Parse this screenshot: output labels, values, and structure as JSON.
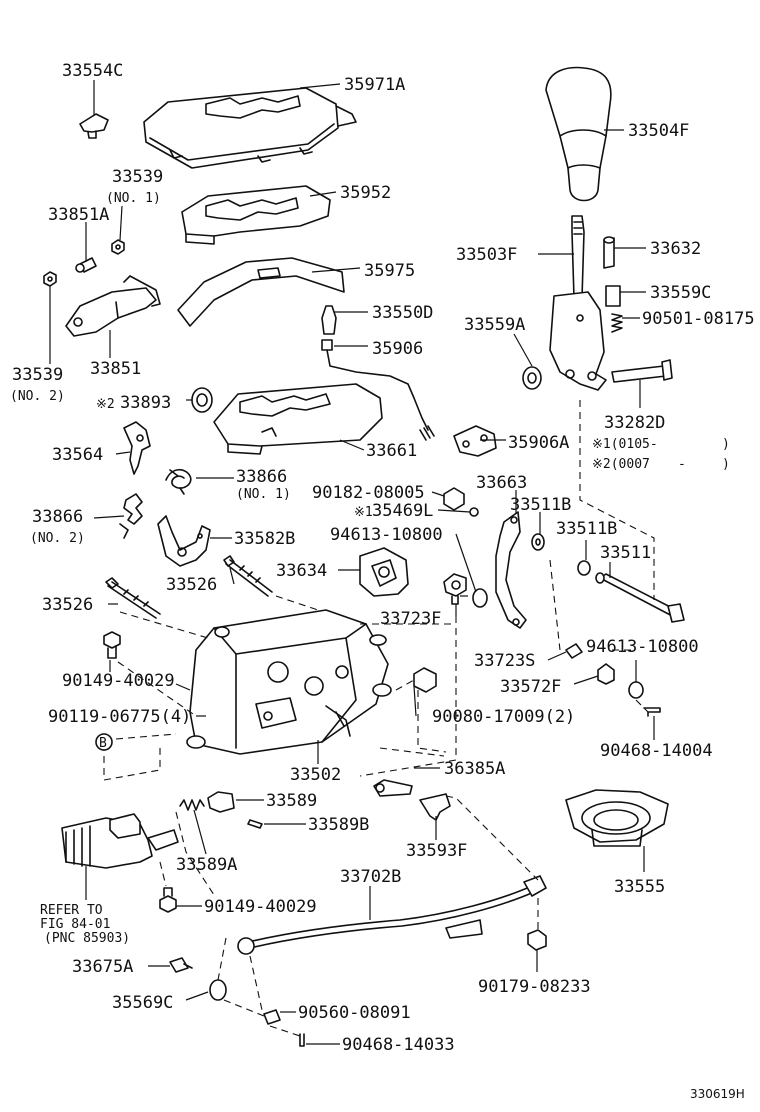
{
  "parts": {
    "p33554C": "33554C",
    "p35971A": "35971A",
    "p33539_1": "33539",
    "p33539_1_sub": "(NO. 1)",
    "p35952": "35952",
    "p33851A": "33851A",
    "p35975": "35975",
    "p33539_2": "33539",
    "p33539_2_sub": "(NO. 2)",
    "p33851": "33851",
    "p33550D": "33550D",
    "p35906": "35906",
    "p33893": "33893",
    "p33893_mark": "※2",
    "p33661": "33661",
    "p33564": "33564",
    "p33866_1": "33866",
    "p33866_1_sub": "(NO. 1)",
    "p33866_2": "33866",
    "p33866_2_sub": "(NO. 2)",
    "p33582B": "33582B",
    "p33526_a": "33526",
    "p33526_b": "33526",
    "p33634": "33634",
    "p90149_40029_a": "90149-40029",
    "p90119_06775": "90119-06775(4)",
    "p_B": "B",
    "p33502": "33502",
    "p36385A": "36385A",
    "p33589": "33589",
    "p33589B": "33589B",
    "p33589A": "33589A",
    "p33593F": "33593F",
    "p_refer1": "REFER TO",
    "p_refer2": "FIG 84-01",
    "p_refer3": "(PNC 85903)",
    "p90149_40029_b": "90149-40029",
    "p33702B": "33702B",
    "p33675A": "33675A",
    "p35569C": "35569C",
    "p90560_08091": "90560-08091",
    "p90468_14033": "90468-14033",
    "p90179_08233": "90179-08233",
    "p33555": "33555",
    "p90468_14004": "90468-14004",
    "p33572F": "33572F",
    "p94613_10800_b": "94613-10800",
    "p33723S": "33723S",
    "p90080_17009": "90080-17009(2)",
    "p33723F": "33723F",
    "p94613_10800_a": "94613-10800",
    "p35469L": "35469L",
    "p35469L_mark": "※1",
    "p90182_08005": "90182-08005",
    "p33663": "33663",
    "p33511B_a": "33511B",
    "p33511B_b": "33511B",
    "p33511": "33511",
    "p35906A": "35906A",
    "p33504F": "33504F",
    "p33503F": "33503F",
    "p33632": "33632",
    "p33559C": "33559C",
    "p33559A": "33559A",
    "p90501_08175": "90501-08175",
    "p33282D": "33282D"
  },
  "notes": {
    "n1": "※1(0105-",
    "n1_end": ")",
    "n2": "※2(0007",
    "n2_dash": "-",
    "n2_end": ")"
  },
  "footer": {
    "diagram_id": "330619H"
  }
}
